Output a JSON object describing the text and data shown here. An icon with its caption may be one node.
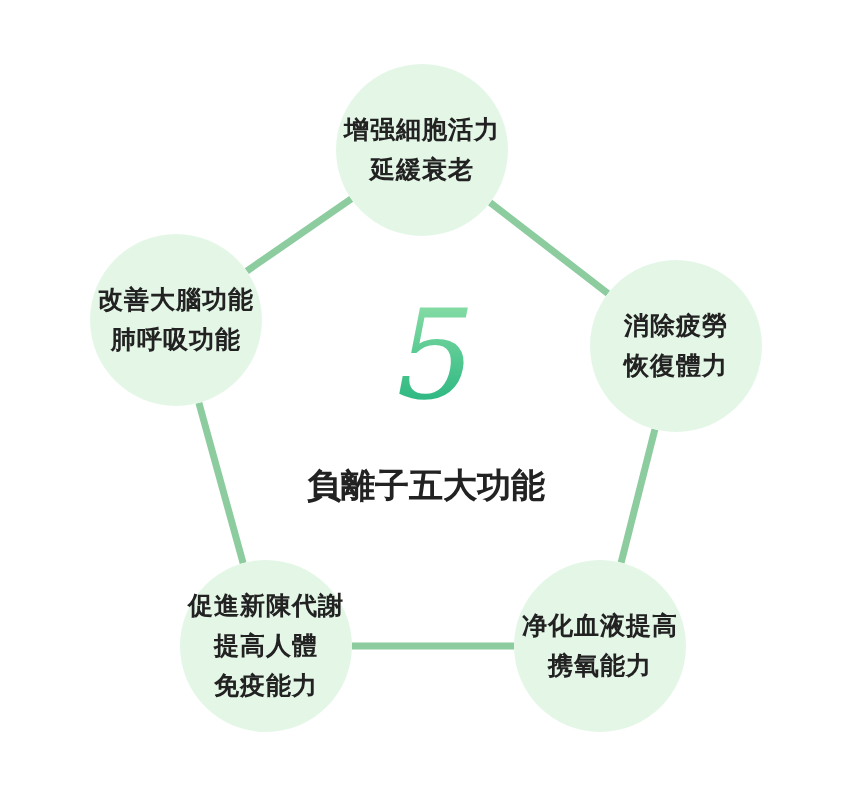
{
  "diagram": {
    "nodes": [
      {
        "text": [
          "增强細胞活力延緩衰老"
        ]
      },
      {
        "text": [
          "改善大腦功能肺呼吸功能"
        ]
      },
      {
        "text": [
          "消除疲勞恢復體力"
        ]
      },
      {
        "text": [
          "促進新陳代謝提高人體免疫能力"
        ]
      },
      {
        "text": [
          "净化血液提高携氧能力"
        ]
      }
    ],
    "edges": [
      {
        "from": 0,
        "to": 2,
        "arrow": "none"
      },
      {
        "from": 2,
        "to": 4,
        "arrow": "none"
      },
      {
        "from": 4,
        "to": 3,
        "arrow": "none"
      },
      {
        "from": 3,
        "to": 1,
        "arrow": "none"
      },
      {
        "from": 1,
        "to": 0,
        "arrow": "none"
      }
    ],
    "labels": [
      "5",
      "負離子五大功能"
    ]
  }
}
